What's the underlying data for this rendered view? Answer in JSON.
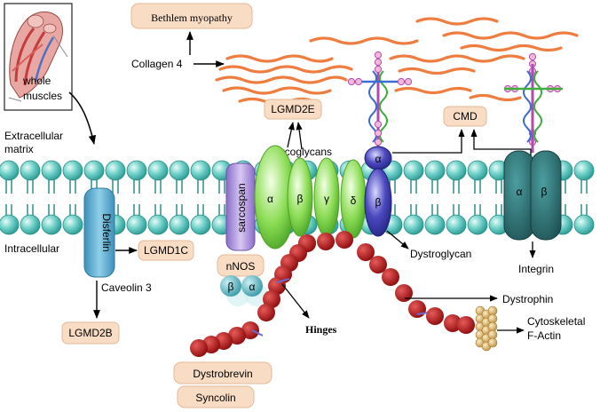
{
  "labels": {
    "bethlem": "Bethlem myopathy",
    "collagen4": "Collagen 4",
    "whole_muscles": [
      "whole",
      "muscles"
    ],
    "extracellular": [
      "Extracellular",
      "matrix"
    ],
    "intracellular": "Intracellular",
    "lgmd2e": "LGMD2E",
    "sarcoglycans": "Sarcoglycans",
    "cmd": "CMD",
    "disferlin": "Disferlin",
    "lgmd1c": "LGMD1C",
    "caveolin3": "Caveolin 3",
    "lgmd2b": "LGMD2B",
    "sarcospan": "sarcospan",
    "nnos": "nNOS",
    "nnos_beta": "β",
    "nnos_alpha": "α",
    "sg_alpha": "α",
    "sg_beta": "β",
    "sg_gamma": "γ",
    "sg_delta": "δ",
    "dg_alpha": "α",
    "dg_beta": "β",
    "integrin_alpha": "α",
    "integrin_beta": "β",
    "dystroglycan": "Dystroglycan",
    "integrin": "Integrin",
    "dystrophin": "Dystrophin",
    "hinges": "Hinges",
    "cytoskeletal": [
      "Cytoskeletal",
      "F-Actin"
    ],
    "dystrobrevin": "Dystrobrevin",
    "syncolin": "Syncolin"
  },
  "colors": {
    "lipid_head": "#4fbfb8",
    "peach_box": "#f9dcc4",
    "collagen": "#ef7d3f",
    "sarcoglycan": "#7fd24c",
    "sarcospan": "#a98bd6",
    "disferlin": "#5aa7c9",
    "dystroglycan": "#3e3aa0",
    "integrin": "#2d6b6e",
    "dystrophin": "#b01818",
    "actin": "#d9b36a",
    "nnos_sub": "#5cb7c4"
  }
}
